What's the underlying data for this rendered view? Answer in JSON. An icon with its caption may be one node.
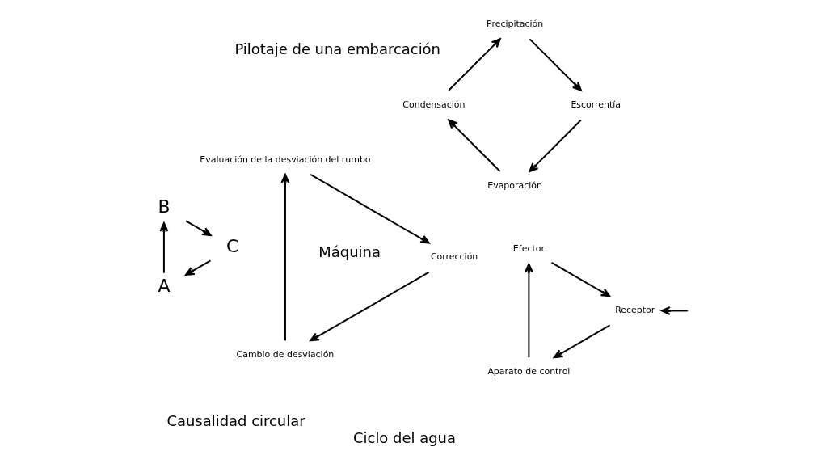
{
  "diagram": {
    "nodes": [
      {
        "text": [
          "A"
        ]
      },
      {
        "text": [
          "B"
        ]
      },
      {
        "text": [
          "C"
        ]
      },
      {
        "text": [
          "Receptor"
        ]
      },
      {
        "text": [
          "Aparato de control"
        ]
      },
      {
        "text": [
          "Efector"
        ]
      },
      {
        "text": [
          "Cambio de desviación"
        ]
      },
      {
        "text": [
          "Evaluación de la desviación del rumbo"
        ]
      },
      {
        "text": [
          "Corrección"
        ]
      },
      {
        "text": [
          "Evaporación"
        ]
      },
      {
        "text": [
          "Condensación"
        ]
      },
      {
        "text": [
          "Precipitación"
        ]
      },
      {
        "text": [
          "Escorrentía"
        ]
      }
    ],
    "edges": [
      {
        "from": 0,
        "to": 1,
        "arrow": "to"
      },
      {
        "from": 1,
        "to": 2,
        "arrow": "to"
      },
      {
        "from": 2,
        "to": 0,
        "arrow": "to"
      },
      {
        "from": null,
        "to": 3,
        "arrow": "to"
      },
      {
        "from": 3,
        "to": 4,
        "arrow": "to"
      },
      {
        "from": 4,
        "to": 5,
        "arrow": "to"
      },
      {
        "from": 5,
        "to": 3,
        "arrow": "to"
      },
      {
        "from": 6,
        "to": 7,
        "arrow": "to"
      },
      {
        "from": 7,
        "to": 8,
        "arrow": "to"
      },
      {
        "from": 8,
        "to": 6,
        "arrow": "to"
      },
      {
        "from": 9,
        "to": 10,
        "arrow": "to"
      },
      {
        "from": 10,
        "to": 11,
        "arrow": "to"
      },
      {
        "from": 11,
        "to": 12,
        "arrow": "to"
      },
      {
        "from": 12,
        "to": 9,
        "arrow": "to"
      }
    ],
    "labels": [
      "Causalidad circular",
      "Máquina",
      "Pilotaje de una embarcación",
      "Ciclo del agua"
    ]
  }
}
